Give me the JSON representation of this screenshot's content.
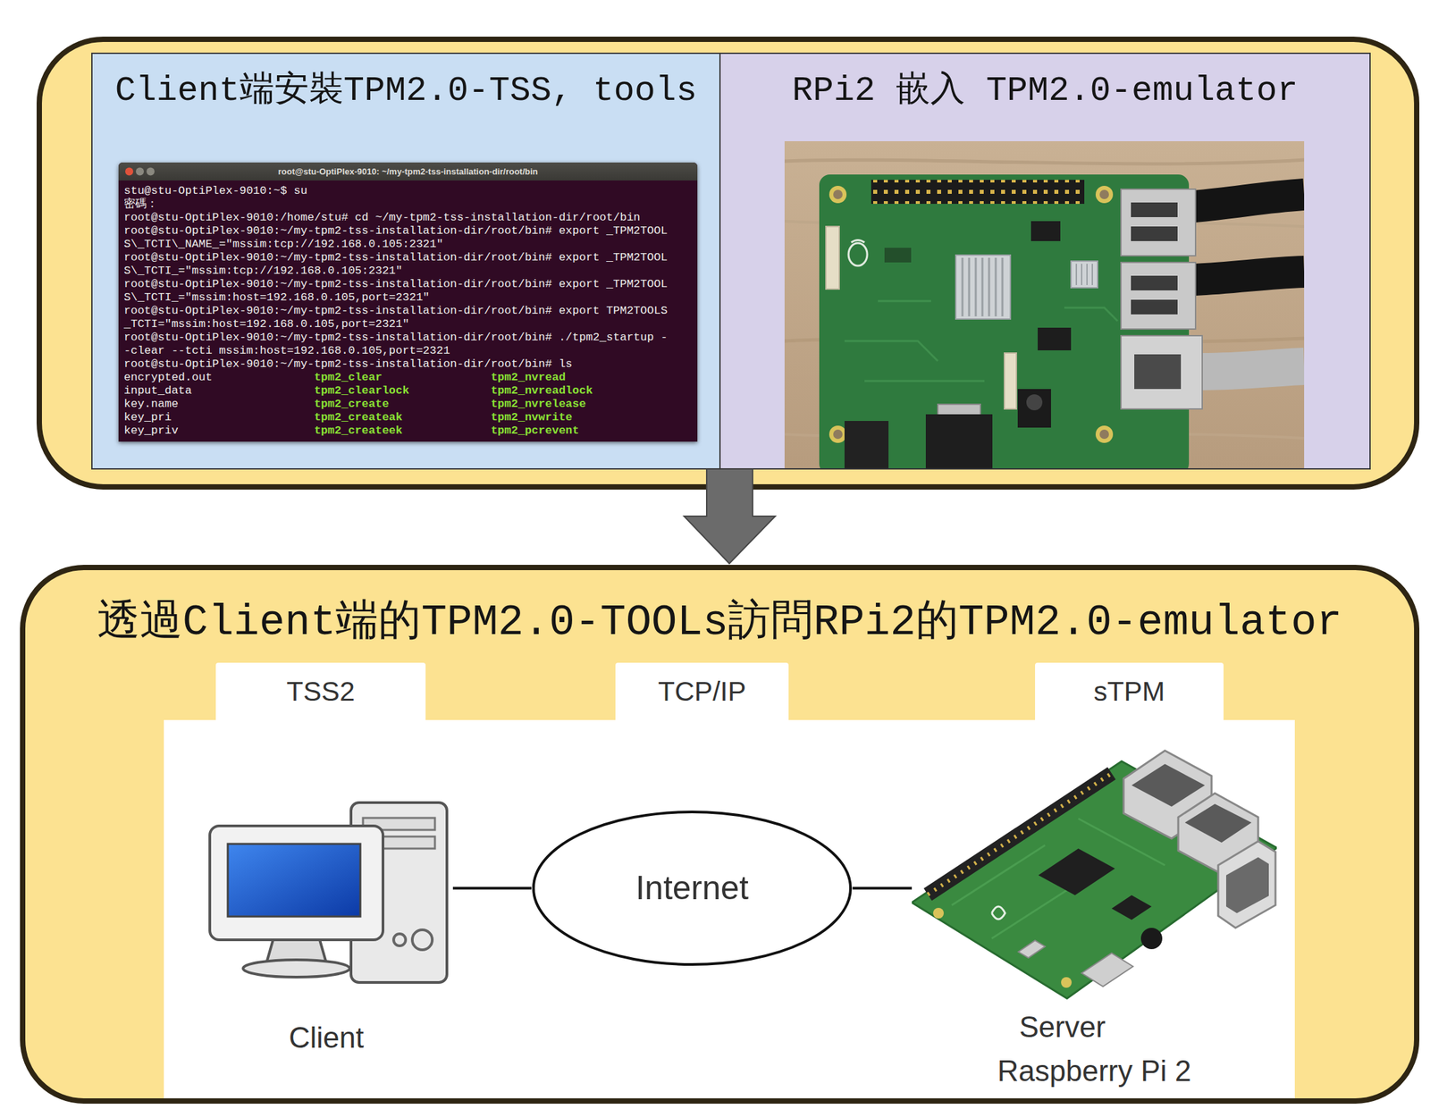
{
  "diagram": {
    "nodes": [
      {
        "text": [
          "Client端安裝TPM2.0-TSS, tools"
        ]
      },
      {
        "text": [
          "RPi2 嵌入 TPM2.0-emulator"
        ]
      },
      {
        "text": [
          "透過Client端的TPM2.0-TOOLs訪問RPi2的TPM2.0-emulator"
        ]
      },
      {
        "text": [
          "TSS2"
        ],
        "in": 2
      },
      {
        "text": [
          "TCP/IP"
        ],
        "in": 2
      },
      {
        "text": [
          "sTPM"
        ],
        "in": 2
      },
      {
        "text": [
          "Client"
        ],
        "in": 2
      },
      {
        "text": [
          "Internet"
        ],
        "in": 2
      },
      {
        "text": [
          "Server",
          "Raspberry Pi 2"
        ],
        "in": 2
      }
    ],
    "edges": [
      {
        "from": 6,
        "to": 7,
        "arrow": "none"
      },
      {
        "from": 7,
        "to": 8,
        "arrow": "none"
      }
    ],
    "labels": [
      "root@stu-OptiPlex-9010: ~/my-tpm2-tss-installation-dir/root/bin",
      "stu@stu-OptiPlex-9010:~$ su",
      "密碼：",
      "root@stu-OptiPlex-9010:/home/stu# cd ~/my-tpm2-tss-installation-dir/root/bin",
      "root@stu-OptiPlex-9010:~/my-tpm2-tss-installation-dir/root/bin# export _TPM2TOOLS\\_TCTI\\_NAME_=\"mssim:tcp://192.168.0.105:2321\"",
      "root@stu-OptiPlex-9010:~/my-tpm2-tss-installation-dir/root/bin# export _TPM2TOOLS\\_TCTI_=\"mssim:tcp://192.168.0.105:2321\"",
      "root@stu-OptiPlex-9010:~/my-tpm2-tss-installation-dir/root/bin# export _TPM2TOOLS\\_TCTI_=\"mssim:host=192.168.0.105,port=2321\"",
      "root@stu-OptiPlex-9010:~/my-tpm2-tss-installation-dir/root/bin# export TPM2TOOLS_TCTI=\"mssim:host=192.168.0.105,port=2321\"",
      "root@stu-OptiPlex-9010:~/my-tpm2-tss-installation-dir/root/bin# ./tpm2_startup --clear --tcti mssim:host=192.168.0.105,port=2321",
      "root@stu-OptiPlex-9010:~/my-tpm2-tss-installation-dir/root/bin# ls",
      "encrypted.out",
      "tpm2_clear",
      "tpm2_nvread",
      "input_data",
      "tpm2_clearlock",
      "tpm2_nvreadlock",
      "key.name",
      "tpm2_create",
      "tpm2_nvrelease",
      "key_pri",
      "tpm2_createak",
      "tpm2_nvwrite",
      "key_priv",
      "tpm2_createek",
      "tpm2_pcrevent"
    ]
  }
}
